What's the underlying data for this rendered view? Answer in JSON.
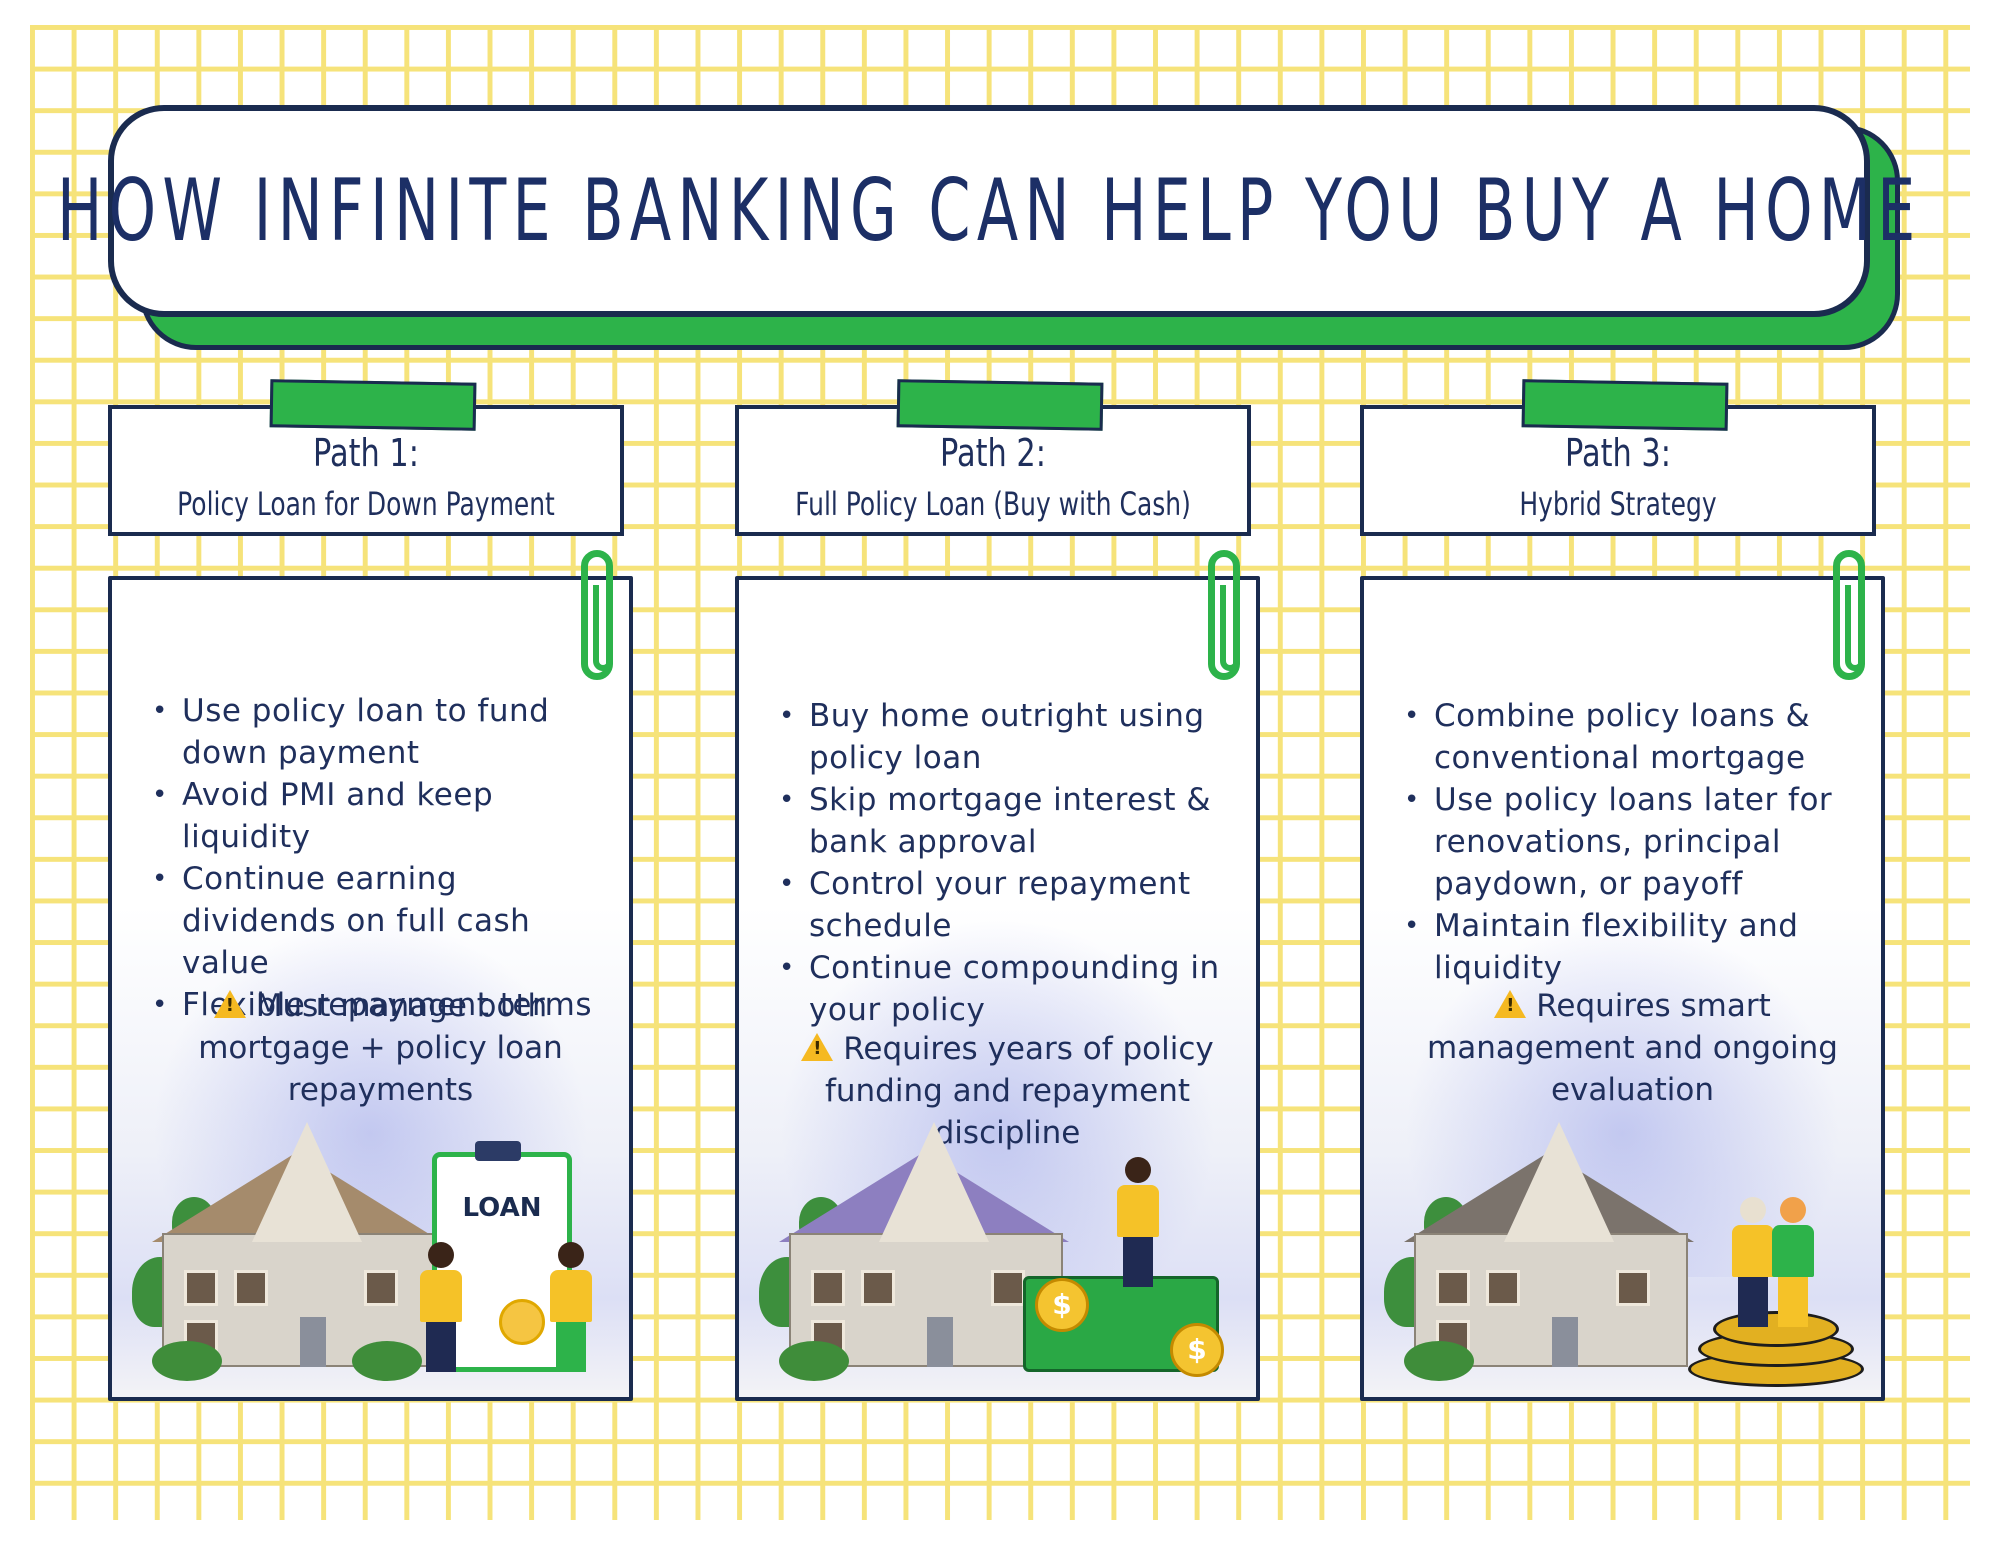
{
  "title": "HOW INFINITE BANKING CAN HELP YOU BUY A HOME",
  "colors": {
    "grid": "#f6e37a",
    "accent_green": "#2db34a",
    "navy": "#1c2f66",
    "warning": "#f5b921"
  },
  "paths": [
    {
      "number": "Path 1:",
      "name": "Policy Loan for Down Payment",
      "bullets": [
        "Use policy loan to fund down payment",
        "Avoid PMI and keep liquidity",
        "Continue earning dividends on full cash value",
        "Flexible repayment terms"
      ],
      "warning": "Must manage both mortgage + policy loan repayments",
      "illustration": "house-with-loan-clipboard",
      "board_label": "LOAN"
    },
    {
      "number": "Path 2:",
      "name": "Full Policy Loan (Buy with Cash)",
      "bullets": [
        "Buy home outright using policy loan",
        "Skip mortgage interest & bank approval",
        "Control your repayment schedule",
        "Continue compounding in your policy"
      ],
      "warning": "Requires years of policy funding and repayment discipline",
      "illustration": "house-with-person-on-money",
      "coin_symbol": "$"
    },
    {
      "number": "Path 3:",
      "name": "Hybrid Strategy",
      "bullets": [
        "Combine policy loans & conventional mortgage",
        "Use policy loans later for renovations, principal paydown, or payoff",
        "Maintain flexibility and liquidity"
      ],
      "warning": "Requires smart management and ongoing evaluation",
      "illustration": "house-with-couple-on-coins"
    }
  ]
}
